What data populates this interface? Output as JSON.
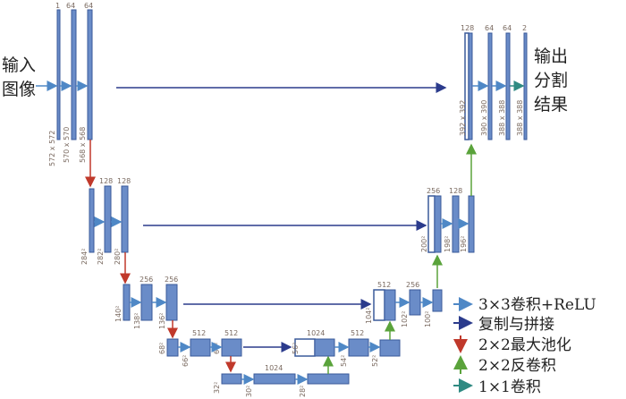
{
  "input_label": [
    "输入",
    "图像"
  ],
  "output_label": [
    "输出",
    "分割",
    "结果"
  ],
  "channel_labels": {
    "l1_a": "1",
    "l1_b": "64",
    "l1_c": "64",
    "l2_b": "128",
    "l2_c": "128",
    "l3_b": "256",
    "l3_c": "256",
    "l4_b": "512",
    "l4_c": "512",
    "l5_b": "1024",
    "u4_a": "1024",
    "u4_b": "512",
    "u3_a": "512",
    "u3_b": "256",
    "u2_a": "256",
    "u2_b": "128",
    "u1_a": "128",
    "u1_b": "64",
    "u1_c": "64",
    "u1_d": "2"
  },
  "dim_labels": {
    "l1_a": "572 x 572",
    "l1_b": "570 x 570",
    "l1_c": "568 x 568",
    "l2_a": "284²",
    "l2_b": "282²",
    "l2_c": "280²",
    "l3_a": "140²",
    "l3_b": "138²",
    "l3_c": "136²",
    "l4_a": "68²",
    "l4_b": "66²",
    "l4_c": "64²",
    "l5_a": "32²",
    "l5_b": "30²",
    "l5_c": "28²",
    "u4_a": "56²",
    "u4_b": "54²",
    "u4_c": "52²",
    "u3_a": "104²",
    "u3_b": "102²",
    "u3_c": "100²",
    "u2_a": "200²",
    "u2_b": "198²",
    "u2_c": "196²",
    "u1_a": "392 x 392",
    "u1_b": "390 x 390",
    "u1_c": "388 x 388",
    "u1_d": "388 x 388"
  },
  "legend": [
    {
      "text": "3×3卷积+ReLU",
      "color": "#4f88c6"
    },
    {
      "text": "复制与拼接",
      "color": "#2b3b8c"
    },
    {
      "text": "2×2最大池化",
      "color": "#c0392b"
    },
    {
      "text": "2×2反卷积",
      "color": "#5aa33b"
    },
    {
      "text": "1×1卷积",
      "color": "#2f8a82"
    }
  ],
  "colors": {
    "block_fill": "#6a8cc8",
    "block_stroke": "#3a5a9a",
    "conv": "#4f88c6",
    "copy": "#2b3b8c",
    "pool": "#c0392b",
    "upconv": "#5aa33b",
    "final": "#2f8a82"
  }
}
